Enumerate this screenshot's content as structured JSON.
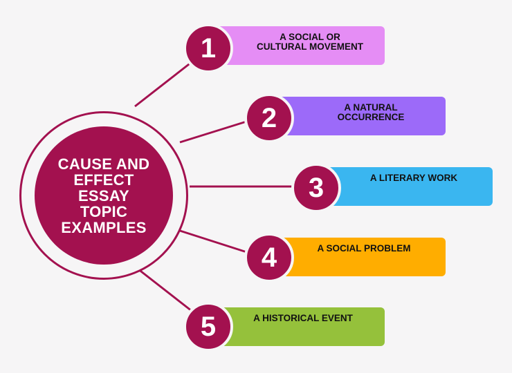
{
  "hub": {
    "title_lines": [
      "CAUSE AND",
      "EFFECT",
      "ESSAY",
      "TOPIC",
      "EXAMPLES"
    ],
    "color": "#a3114f"
  },
  "topics": [
    {
      "number": "1",
      "label_lines": [
        "A SOCIAL OR",
        "CULTURAL MOVEMENT"
      ],
      "color": "#e58df5"
    },
    {
      "number": "2",
      "label_lines": [
        "A NATURAL",
        "OCCURRENCE"
      ],
      "color": "#9c6af9"
    },
    {
      "number": "3",
      "label_lines": [
        "A LITERARY WORK"
      ],
      "color": "#3ab6f0"
    },
    {
      "number": "4",
      "label_lines": [
        "A SOCIAL PROBLEM"
      ],
      "color": "#ffad00"
    },
    {
      "number": "5",
      "label_lines": [
        "A HISTORICAL EVENT"
      ],
      "color": "#95c13b"
    }
  ]
}
